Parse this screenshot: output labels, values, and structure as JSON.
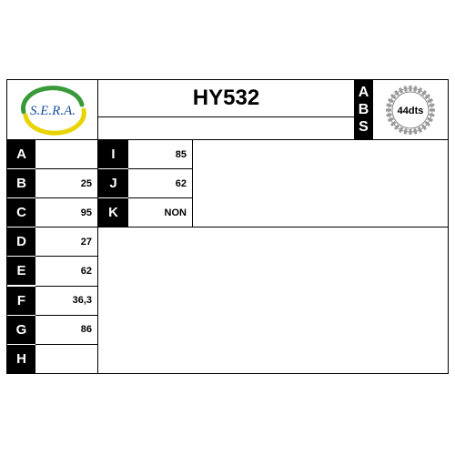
{
  "header": {
    "logo_text": "S.E.R.A.",
    "part_number": "HY532",
    "abs_letters": [
      "A",
      "B",
      "S"
    ],
    "abs_teeth": "44dts"
  },
  "left_rows": [
    {
      "letter": "A",
      "value": ""
    },
    {
      "letter": "B",
      "value": "25"
    },
    {
      "letter": "C",
      "value": "95"
    },
    {
      "letter": "D",
      "value": "27"
    },
    {
      "letter": "E",
      "value": "62"
    },
    {
      "letter": "F",
      "value": "36,3"
    },
    {
      "letter": "G",
      "value": "86"
    },
    {
      "letter": "H",
      "value": ""
    }
  ],
  "right_rows": [
    {
      "letter": "I",
      "value": "85"
    },
    {
      "letter": "J",
      "value": "62"
    },
    {
      "letter": "K",
      "value": "NON"
    }
  ],
  "colors": {
    "logo_green": "#3a9a3a",
    "logo_yellow": "#e8d400",
    "logo_text": "#1a4fa0"
  }
}
